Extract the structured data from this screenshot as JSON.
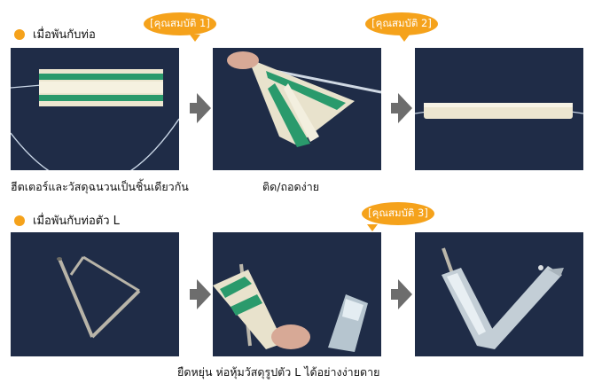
{
  "colors": {
    "accent": "#f5a21b",
    "arrow": "#6d6d6d",
    "photo_bg": "#1d2a44"
  },
  "section_1": {
    "heading": "เมื่อพันกับท่อ",
    "badge_1": "[คุณสมบัติ 1]",
    "badge_2": "[คุณสมบัติ 2]",
    "caption_left": "ฮีตเตอร์และวัสดุฉนวนเป็นชิ้นเดียวกัน",
    "caption_middle": "ติด/ถอดง่าย"
  },
  "section_2": {
    "heading": "เมื่อพันกับท่อตัว L",
    "badge_3": "[คุณสมบัติ 3]",
    "caption": "ยืดหยุ่น ห่อหุ้มวัสดุรูปตัว L ได้อย่างง่ายดาย"
  },
  "icons": {
    "bullet": "orange-dot-icon",
    "step_arrow": "right-arrow-icon"
  }
}
